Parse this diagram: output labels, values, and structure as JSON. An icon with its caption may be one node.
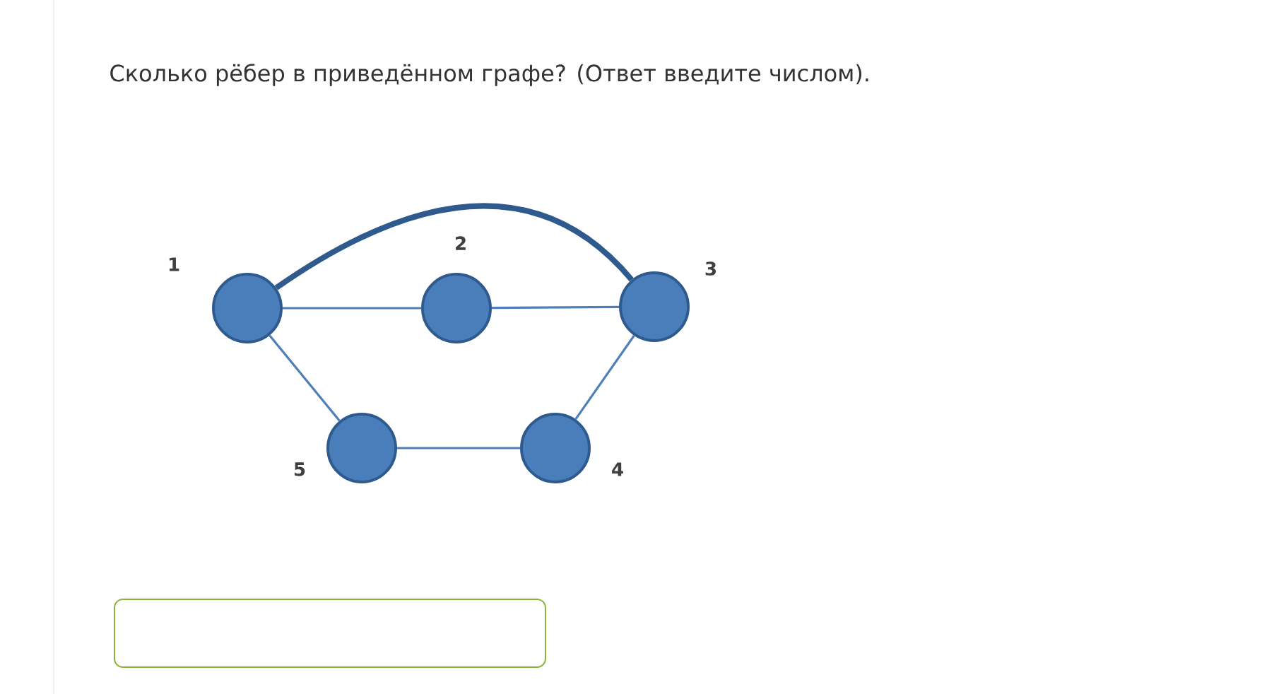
{
  "diagram": {
    "title": "Сколько рёбер в приведённом графе? (Ответ введите числом).",
    "nodes": [
      {
        "text": [],
        "shape": "circle",
        "beside": [
          "1"
        ]
      },
      {
        "text": [],
        "shape": "circle",
        "beside": [
          "2"
        ]
      },
      {
        "text": [],
        "shape": "circle",
        "beside": [
          "3"
        ]
      },
      {
        "text": [],
        "shape": "circle",
        "beside": [
          "4"
        ]
      },
      {
        "text": [],
        "shape": "circle",
        "beside": [
          "5"
        ]
      }
    ],
    "edges": [
      {
        "from": 0,
        "to": 2,
        "arrow": "none",
        "style": "thick"
      },
      {
        "from": 0,
        "to": 1,
        "arrow": "none"
      },
      {
        "from": 1,
        "to": 2,
        "arrow": "none"
      },
      {
        "from": 0,
        "to": 4,
        "arrow": "none"
      },
      {
        "from": 4,
        "to": 3,
        "arrow": "none"
      },
      {
        "from": 3,
        "to": 2,
        "arrow": "none"
      }
    ]
  }
}
